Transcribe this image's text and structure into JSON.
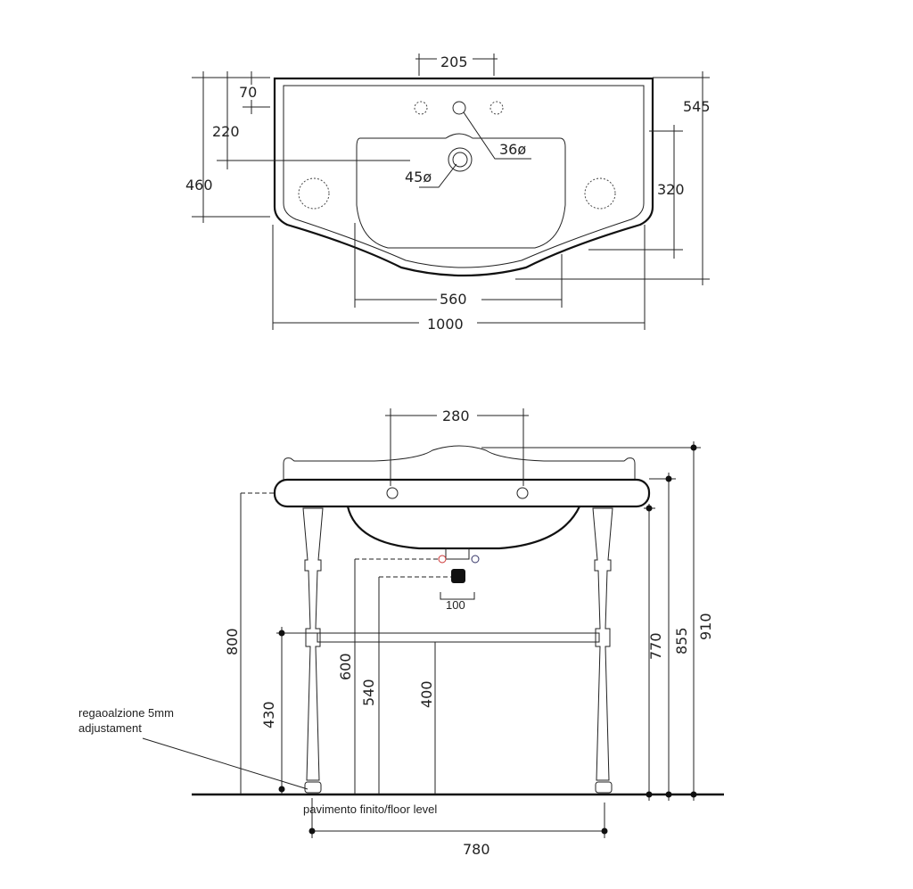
{
  "top_view": {
    "dims": {
      "tap_spacing": "205",
      "tap_from_edge": "70",
      "drain_from_edge": "220",
      "side_depth": "460",
      "tap_hole": "36ø",
      "drain_hole": "45ø",
      "total_depth": "545",
      "bowl_depth": "320",
      "bowl_width": "560",
      "total_width": "1000"
    }
  },
  "front_view": {
    "dims": {
      "hole_spacing": "280",
      "waste_width": "100",
      "overflow_height": "800",
      "supply_height": "600",
      "waste_height": "540",
      "trap_height": "400",
      "shelf_height": "430",
      "rim_height": "770",
      "top_height": "855",
      "overall_height": "910",
      "leg_spacing": "780"
    },
    "notes": {
      "adjustment_line1": "regaoalzione 5mm",
      "adjustment_line2": "adjustament",
      "floor_label": "pavimento finito/floor level"
    }
  }
}
